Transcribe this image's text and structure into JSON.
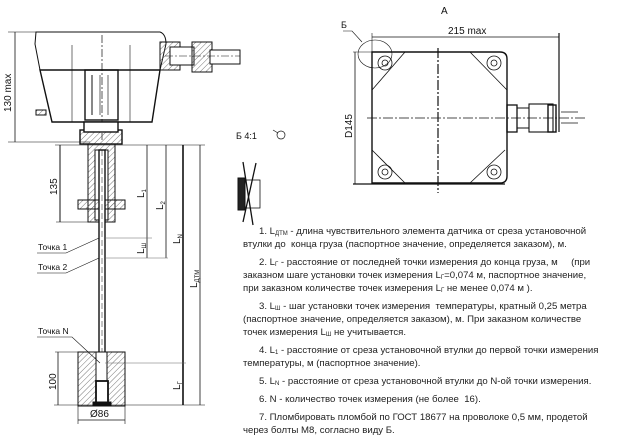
{
  "drawing": {
    "view_a_label": "А",
    "view_b_callout": "Б",
    "view_b_title": "Б  4:1",
    "dims": {
      "height_max": "130 max",
      "sleeve": "135",
      "weight_height": "100",
      "weight_diameter": "Ø86",
      "width_max": "215 max",
      "diameter": "D145"
    },
    "lengths": {
      "l1": {
        "main": "L",
        "sub": "1"
      },
      "l2": {
        "main": "L",
        "sub": "2"
      },
      "lsh": {
        "main": "L",
        "sub": "Ш"
      },
      "ln": {
        "main": "L",
        "sub": "N"
      },
      "ldtm": {
        "main": "L",
        "sub": "ДТМ"
      },
      "lg": {
        "main": "L",
        "sub": "Г"
      }
    },
    "points": {
      "p1": "Точка 1",
      "p2": "Точка 2",
      "pn": "Точка N"
    }
  },
  "notes": [
    {
      "lines": [
        [
          {
            "t": "1. L"
          },
          {
            "sub": "ДТМ"
          },
          {
            "t": " - длина чувствительного элемента датчика от среза установочной"
          }
        ],
        [
          {
            "t": "втулки до  конца груза (паспортное значение, определяется заказом), м."
          }
        ]
      ]
    },
    {
      "lines": [
        [
          {
            "t": "2. L"
          },
          {
            "sub": "Г"
          },
          {
            "t": " - расстояние от последней точки измерения до конца груза, м     (при"
          }
        ],
        [
          {
            "t": "заказном шаге установки точек измерения L"
          },
          {
            "sub": "Г"
          },
          {
            "t": "=0,074 м, паспортное значение,"
          }
        ],
        [
          {
            "t": "при заказном количестве точек измерения L"
          },
          {
            "sub": "Г"
          },
          {
            "t": " не менее 0,074 м )."
          }
        ]
      ]
    },
    {
      "lines": [
        [
          {
            "t": "3. L"
          },
          {
            "sub": "Ш"
          },
          {
            "t": " - шаг установки точек измерения  температуры, кратный 0,25 метра"
          }
        ],
        [
          {
            "t": "(паспортное значение, определяется заказом), м. При заказном количестве"
          }
        ],
        [
          {
            "t": "точек измерения L"
          },
          {
            "sub": "Ш"
          },
          {
            "t": " не учитывается."
          }
        ]
      ]
    },
    {
      "lines": [
        [
          {
            "t": "4. L"
          },
          {
            "sub": "1"
          },
          {
            "t": " - расстояние от среза установочной втулки до первой точки измерения"
          }
        ],
        [
          {
            "t": "температуры, м (паспортное значение)."
          }
        ]
      ]
    },
    {
      "lines": [
        [
          {
            "t": "5. L"
          },
          {
            "sub": "N"
          },
          {
            "t": " - расстояние от среза установочной втулки до N-ой точки измерения."
          }
        ]
      ]
    },
    {
      "lines": [
        [
          {
            "t": "6. N - количество точек измерения (не более  16)."
          }
        ]
      ]
    },
    {
      "lines": [
        [
          {
            "t": "7. Пломбировать пломбой по ГОСТ 18677 на проволоке 0,5 мм, продетой"
          }
        ],
        [
          {
            "t": "через болты М8, согласно виду Б."
          }
        ]
      ]
    }
  ]
}
